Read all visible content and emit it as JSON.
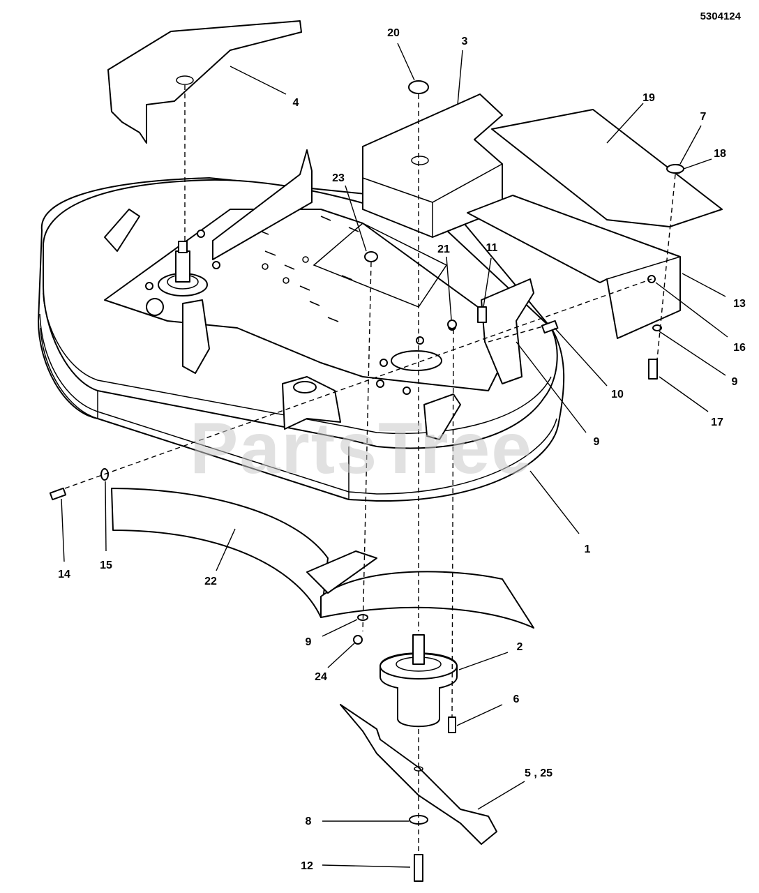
{
  "diagram": {
    "id": "5304124",
    "watermark": "PartsTree"
  },
  "callouts": [
    {
      "num": "1"
    },
    {
      "num": "2"
    },
    {
      "num": "3"
    },
    {
      "num": "4"
    },
    {
      "num": "5 , 25"
    },
    {
      "num": "6"
    },
    {
      "num": "7"
    },
    {
      "num": "8"
    },
    {
      "num": "9"
    },
    {
      "num": "9"
    },
    {
      "num": "9"
    },
    {
      "num": "10"
    },
    {
      "num": "11"
    },
    {
      "num": "12"
    },
    {
      "num": "13"
    },
    {
      "num": "14"
    },
    {
      "num": "15"
    },
    {
      "num": "16"
    },
    {
      "num": "17"
    },
    {
      "num": "18"
    },
    {
      "num": "19"
    },
    {
      "num": "20"
    },
    {
      "num": "21"
    },
    {
      "num": "22"
    },
    {
      "num": "23"
    },
    {
      "num": "24"
    }
  ]
}
